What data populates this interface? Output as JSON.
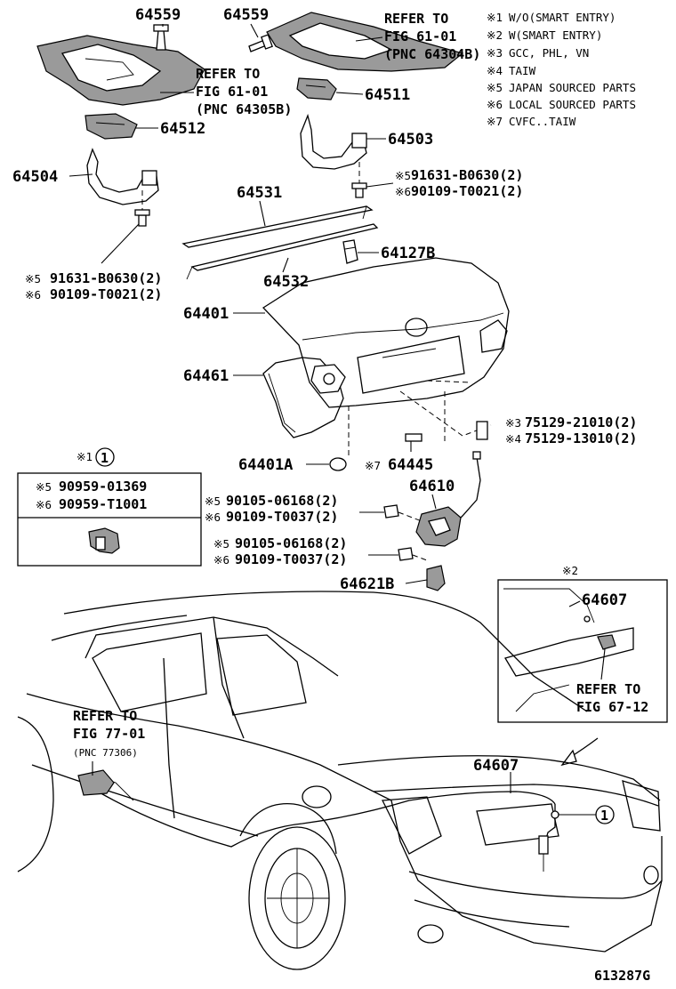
{
  "notes": [
    {
      "mark": "※1",
      "text": "W/O(SMART ENTRY)"
    },
    {
      "mark": "※2",
      "text": "W(SMART ENTRY)"
    },
    {
      "mark": "※3",
      "text": "GCC, PHL, VN"
    },
    {
      "mark": "※4",
      "text": "TAIW"
    },
    {
      "mark": "※5",
      "text": "JAPAN SOURCED PARTS"
    },
    {
      "mark": "※6",
      "text": "LOCAL SOURCED PARTS"
    },
    {
      "mark": "※7",
      "text": "CVFC..TAIW"
    }
  ],
  "parts": {
    "p64559_left": "64559",
    "p64559_right": "64559",
    "p64511": "64511",
    "p64512": "64512",
    "p64503": "64503",
    "p64504": "64504",
    "p64531": "64531",
    "p64532": "64532",
    "p64127B": "64127B",
    "p64401": "64401",
    "p64461": "64461",
    "p64401A": "64401A",
    "p64445": "64445",
    "p64610": "64610",
    "p64621B": "64621B",
    "p64607_inset": "64607",
    "p64607_main": "64607"
  },
  "refs": {
    "fig6101_right": {
      "line1": "REFER TO",
      "line2": "FIG 61-01",
      "line3": "(PNC 64304B)"
    },
    "fig6101_left": {
      "line1": "REFER TO",
      "line2": "FIG 61-01",
      "line3": "(PNC 64305B)"
    },
    "fig6712": {
      "line1": "REFER TO",
      "line2": "FIG 67-12"
    },
    "fig7701": {
      "line1": "REFER TO",
      "line2": "FIG 77-01",
      "line3": "(PNC 77306)"
    }
  },
  "bolts": {
    "right_5": {
      "mark": "※5",
      "part": "91631-B0630(2)"
    },
    "right_6": {
      "mark": "※6",
      "part": "90109-T0021(2)"
    },
    "left_5": {
      "mark": "※5",
      "part": "91631-B0630(2)"
    },
    "left_6": {
      "mark": "※6",
      "part": "90109-T0021(2)"
    },
    "lock1_5": {
      "mark": "※5",
      "part": "90105-06168(2)"
    },
    "lock1_6": {
      "mark": "※6",
      "part": "90109-T0037(2)"
    },
    "lock2_5": {
      "mark": "※5",
      "part": "90105-06168(2)"
    },
    "lock2_6": {
      "mark": "※6",
      "part": "90109-T0037(2)"
    },
    "plug_3": {
      "mark": "※3",
      "part": "75129-21010(2)"
    },
    "plug_4": {
      "mark": "※4",
      "part": "75129-13010(2)"
    },
    "mark_64445": "※7"
  },
  "legend_box": {
    "header_mark": "※1",
    "header_circle": "1",
    "row1_mark": "※5",
    "row1_part": "90959-01369",
    "row2_mark": "※6",
    "row2_part": "90959-T1001"
  },
  "inset": {
    "mark": "※2"
  },
  "callout_circle": "1",
  "drawing_id": "613287G"
}
